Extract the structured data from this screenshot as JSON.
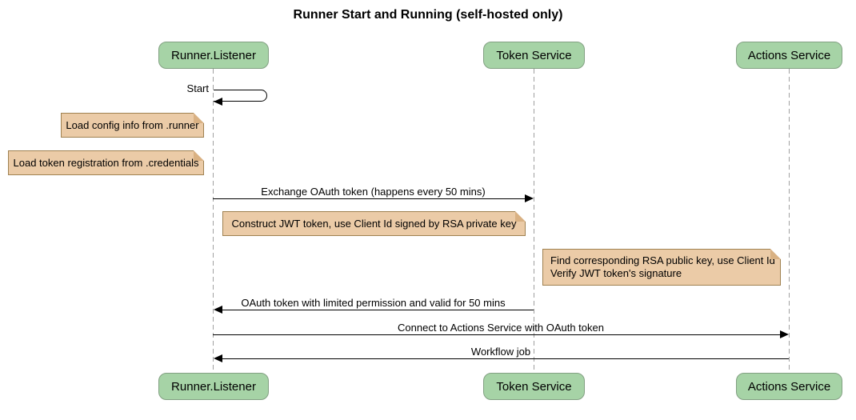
{
  "title": "Runner Start and Running (self-hosted only)",
  "participants": [
    "Runner.Listener",
    "Token Service",
    "Actions Service"
  ],
  "messages": {
    "start": "Start",
    "exchange": "Exchange OAuth token (happens every 50 mins)",
    "oauth_return": "OAuth token with limited permission and valid for 50 mins",
    "connect": "Connect to Actions Service with OAuth token",
    "workflow": "Workflow job"
  },
  "notes": {
    "load_config": "Load config info from .runner",
    "load_token": "Load token registration from .credentials",
    "construct_jwt": "Construct JWT token, use Client Id signed by RSA private key",
    "find_rsa_line1": "Find corresponding RSA public key, use Client Id",
    "find_rsa_line2": "Verify JWT token's signature"
  },
  "colors": {
    "participant_fill": "#A6D3A6",
    "participant_border": "#82A082",
    "note_fill": "#EBCBA7",
    "note_border": "#9F8150",
    "note_fold": "#D9B183",
    "lifeline": "#A0A0A0",
    "line": "#000000",
    "text": "#000000"
  }
}
